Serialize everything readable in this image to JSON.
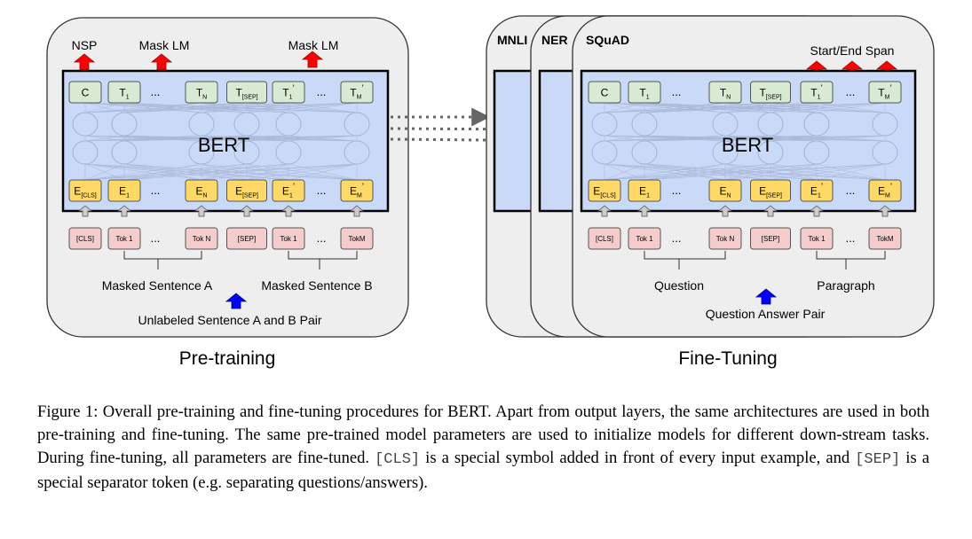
{
  "pretraining": {
    "heads": [
      "NSP",
      "Mask LM",
      "Mask LM"
    ],
    "model_label": "BERT",
    "output_tokens": [
      {
        "main": "C",
        "sub": "",
        "prime": ""
      },
      {
        "main": "T",
        "sub": "1",
        "prime": ""
      },
      {
        "main": "T",
        "sub": "N",
        "prime": ""
      },
      {
        "main": "T",
        "sub": "[SEP]",
        "prime": ""
      },
      {
        "main": "T",
        "sub": "1",
        "prime": "’"
      },
      {
        "main": "T",
        "sub": "M",
        "prime": "’"
      }
    ],
    "embeddings": [
      {
        "main": "E",
        "sub": "[CLS]",
        "prime": ""
      },
      {
        "main": "E",
        "sub": "1",
        "prime": ""
      },
      {
        "main": "E",
        "sub": "N",
        "prime": ""
      },
      {
        "main": "E",
        "sub": "[SEP]",
        "prime": ""
      },
      {
        "main": "E",
        "sub": "1",
        "prime": "’"
      },
      {
        "main": "E",
        "sub": "M",
        "prime": "’"
      }
    ],
    "input_tokens": [
      "[CLS]",
      "Tok 1",
      "Tok N",
      "[SEP]",
      "Tok 1",
      "TokM"
    ],
    "ellipsis": "...",
    "segment_a": "Masked Sentence A",
    "segment_b": "Masked Sentence B",
    "input_label": "Unlabeled Sentence A and B Pair",
    "panel_title": "Pre-training"
  },
  "finetuning": {
    "tasks": [
      "MNLI",
      "NER",
      "SQuAD"
    ],
    "head_label": "Start/End Span",
    "model_label": "BERT",
    "output_tokens": [
      {
        "main": "C",
        "sub": "",
        "prime": ""
      },
      {
        "main": "T",
        "sub": "1",
        "prime": ""
      },
      {
        "main": "T",
        "sub": "N",
        "prime": ""
      },
      {
        "main": "T",
        "sub": "[SEP]",
        "prime": ""
      },
      {
        "main": "T",
        "sub": "1",
        "prime": "’"
      },
      {
        "main": "T",
        "sub": "M",
        "prime": "’"
      }
    ],
    "embeddings": [
      {
        "main": "E",
        "sub": "[CLS]",
        "prime": ""
      },
      {
        "main": "E",
        "sub": "1",
        "prime": ""
      },
      {
        "main": "E",
        "sub": "N",
        "prime": ""
      },
      {
        "main": "E",
        "sub": "[SEP]",
        "prime": ""
      },
      {
        "main": "E",
        "sub": "1",
        "prime": "’"
      },
      {
        "main": "E",
        "sub": "M",
        "prime": "’"
      }
    ],
    "input_tokens": [
      "[CLS]",
      "Tok 1",
      "Tok N",
      "[SEP]",
      "Tok 1",
      "TokM"
    ],
    "ellipsis": "...",
    "segment_a": "Question",
    "segment_b": "Paragraph",
    "input_label": "Question Answer Pair",
    "panel_title": "Fine-Tuning"
  },
  "colors": {
    "panel_fill": "#eeeeee",
    "model_fill": "#c9daf8",
    "output_token_fill": "#d9ead3",
    "embedding_fill": "#ffd966",
    "input_token_fill": "#f4cccc",
    "up_arrow_red": "#ff0000",
    "up_arrow_blue": "#0000ff",
    "small_arrow_fill": "#cccccc"
  },
  "caption": {
    "p1": "Figure 1: Overall pre-training and fine-tuning procedures for BERT. Apart from output layers, the same architectures are used in both pre-training and fine-tuning. The same pre-trained model parameters are used to initialize models for different down-stream tasks. During fine-tuning, all parameters are fine-tuned. ",
    "code1": "[CLS]",
    "p2": " is a special symbol added in front of every input example, and ",
    "code2": "[SEP]",
    "p3": " is a special separator token (e.g. separating questions/answers)."
  }
}
